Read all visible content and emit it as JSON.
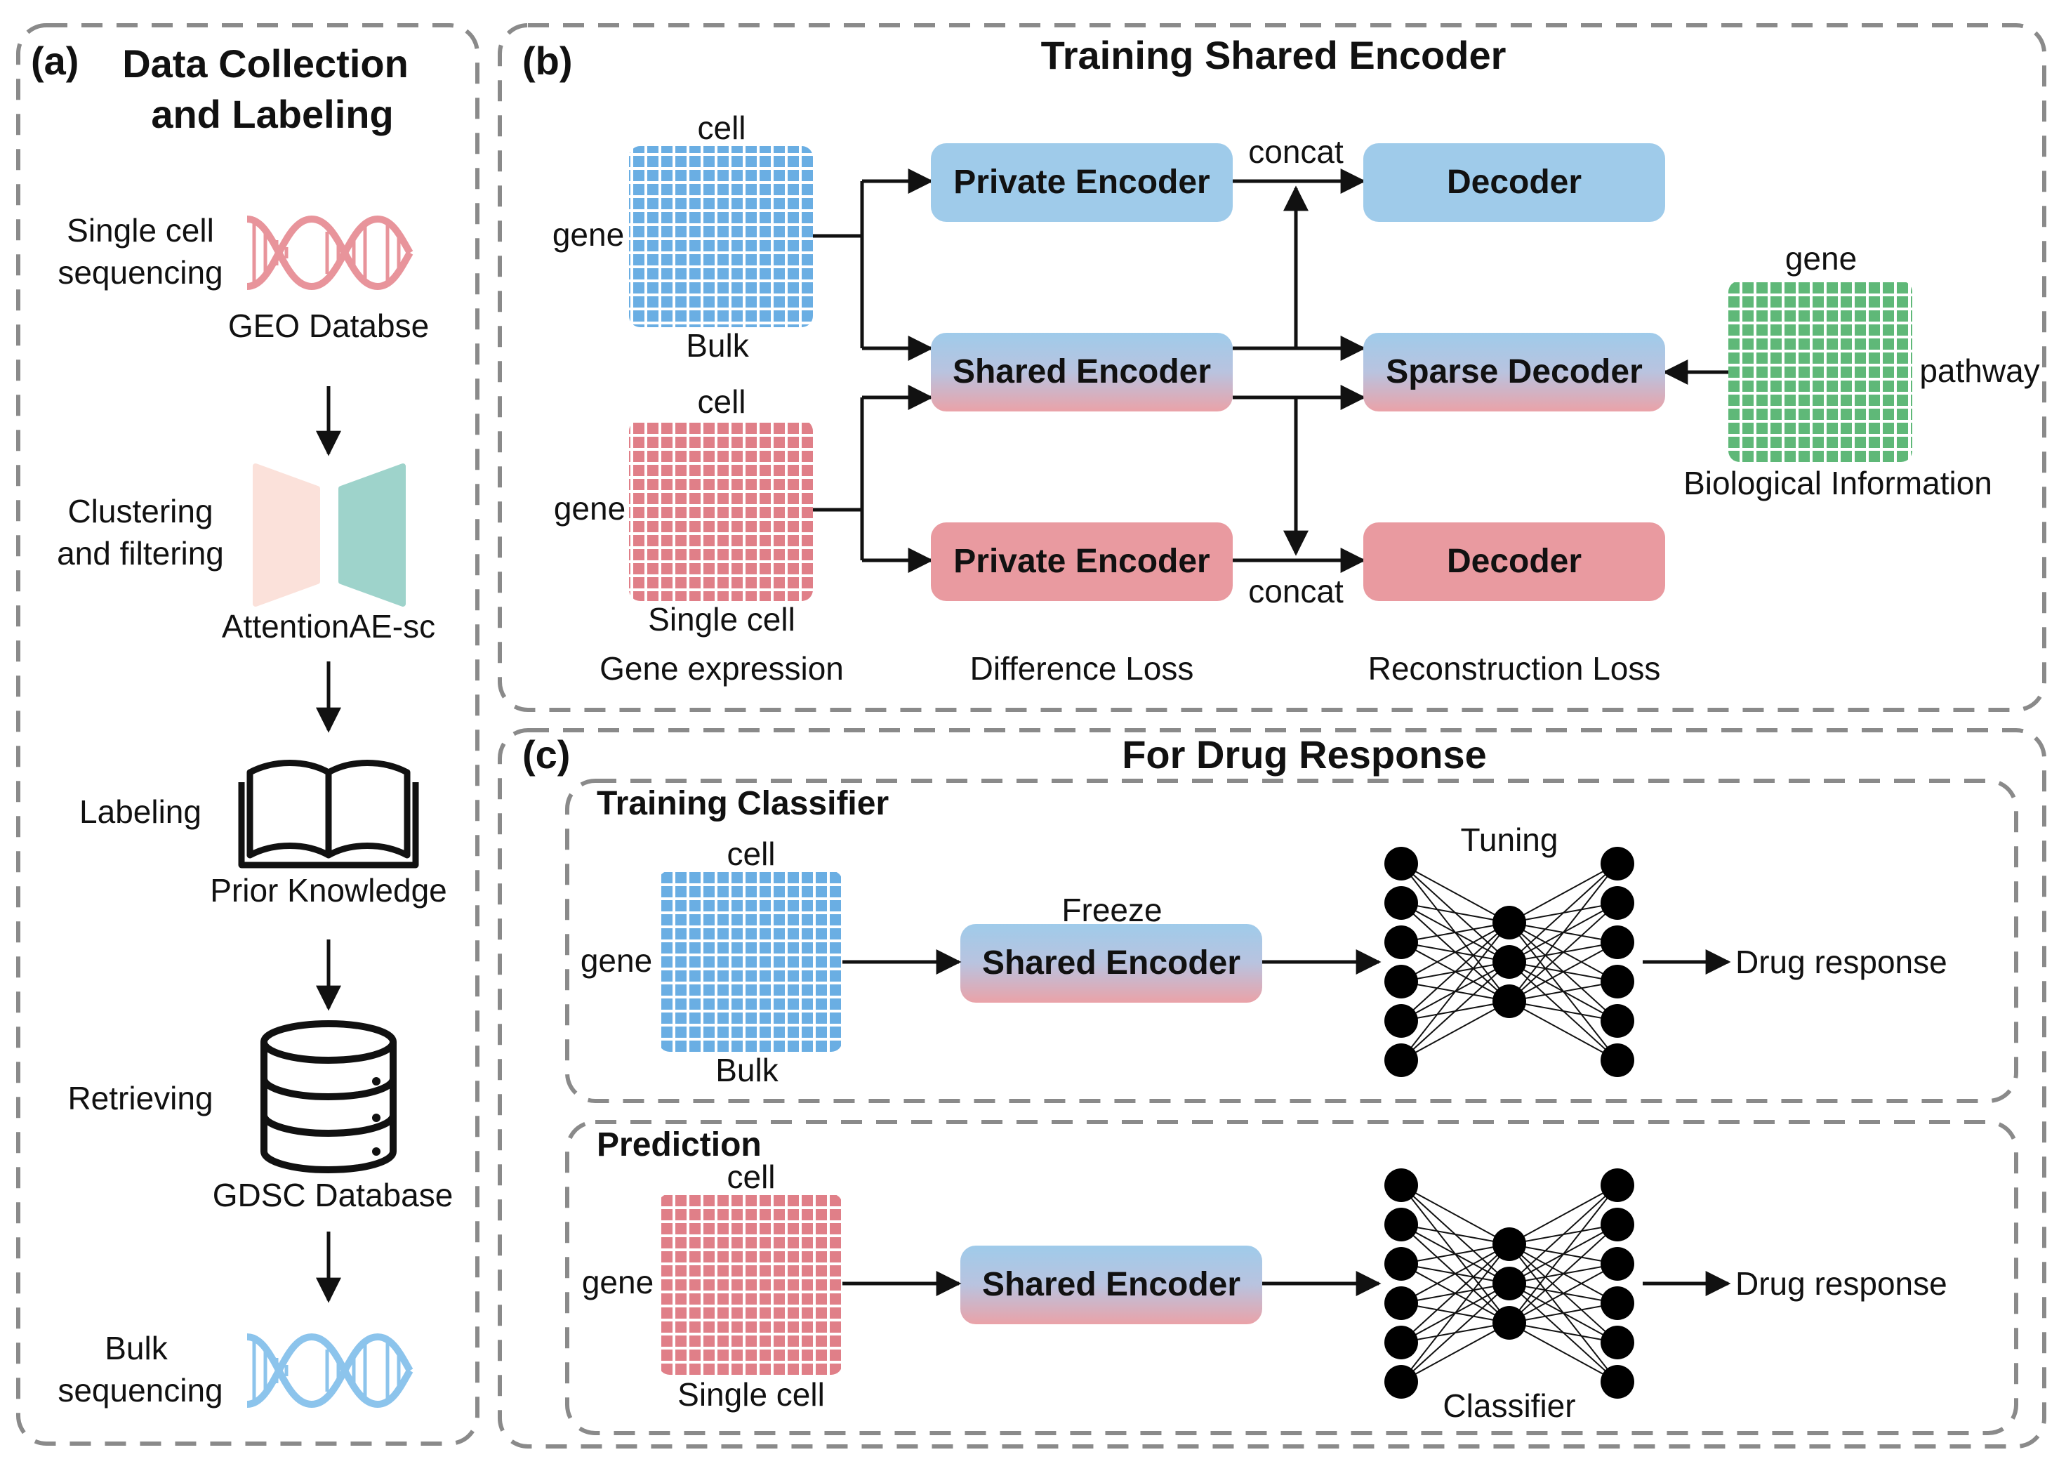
{
  "colors": {
    "blue": "#9fcbea",
    "blue_grid": "#6aaee3",
    "pink": "#e99aa0",
    "pink_grid": "#e07f88",
    "green": "#5fb878",
    "teal": "#9ed3cb",
    "peach": "#fbe1da",
    "dash": "#8a8a8a"
  },
  "panel_a": {
    "tag": "(a)",
    "title_line1": "Data Collection",
    "title_line2": "and Labeling",
    "steps": [
      {
        "label_line1": "Single cell",
        "label_line2": "sequencing",
        "caption": "GEO Databse",
        "icon": "dna-helix-pink-icon"
      },
      {
        "label_line1": "Clustering",
        "label_line2": "and filtering",
        "caption": "AttentionAE-sc",
        "icon": "autoencoder-icon"
      },
      {
        "label_line1": "Labeling",
        "label_line2": "",
        "caption": "Prior Knowledge",
        "icon": "open-book-icon"
      },
      {
        "label_line1": "Retrieving",
        "label_line2": "",
        "caption": "GDSC Database",
        "icon": "database-icon"
      },
      {
        "label_line1": "Bulk",
        "label_line2": "sequencing",
        "caption": "",
        "icon": "dna-helix-blue-icon"
      }
    ]
  },
  "panel_b": {
    "tag": "(b)",
    "title": "Training Shared Encoder",
    "bulk": {
      "top": "cell",
      "side": "gene",
      "bottom": "Bulk"
    },
    "single": {
      "top": "cell",
      "side": "gene",
      "bottom": "Single cell"
    },
    "bio": {
      "top": "gene",
      "side": "pathway",
      "bottom": "Biological Information"
    },
    "private_encoder_top": "Private Encoder",
    "shared_encoder": "Shared Encoder",
    "private_encoder_bottom": "Private Encoder",
    "decoder_top": "Decoder",
    "sparse_decoder": "Sparse Decoder",
    "decoder_bottom": "Decoder",
    "concat_top": "concat",
    "concat_bottom": "concat",
    "caption_left": "Gene expression",
    "caption_mid": "Difference Loss",
    "caption_right": "Reconstruction Loss"
  },
  "panel_c": {
    "tag": "(c)",
    "title": "For Drug Response",
    "training": {
      "title": "Training Classifier",
      "matrix": {
        "top": "cell",
        "side": "gene",
        "bottom": "Bulk"
      },
      "freeze": "Freeze",
      "encoder": "Shared Encoder",
      "tuning": "Tuning",
      "output": "Drug response"
    },
    "prediction": {
      "title": "Prediction",
      "matrix": {
        "top": "cell",
        "side": "gene",
        "bottom": "Single cell"
      },
      "encoder": "Shared Encoder",
      "classifier": "Classifier",
      "output": "Drug response"
    }
  }
}
